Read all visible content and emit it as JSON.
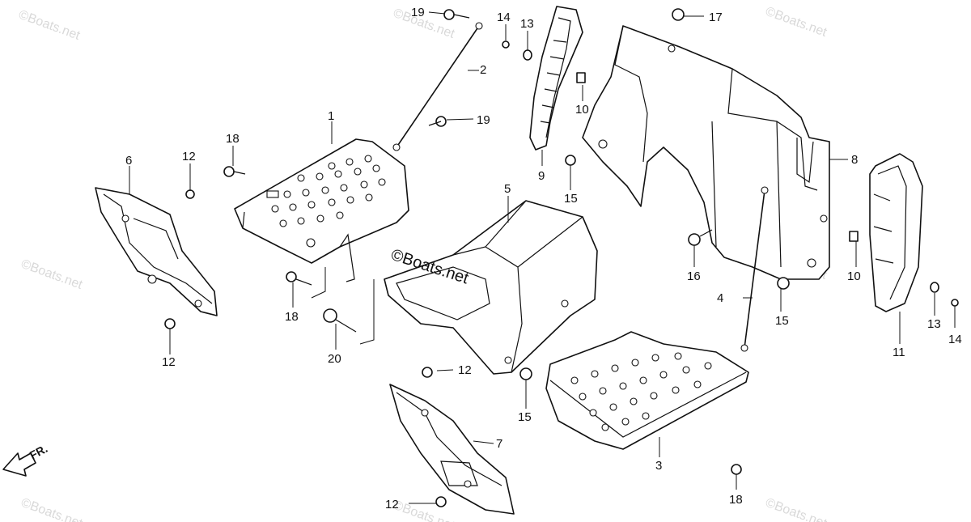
{
  "diagram": {
    "watermark_text": "©Boats.net",
    "direction_indicator": "FR.",
    "callouts": {
      "p1": "1",
      "p2": "2",
      "p3": "3",
      "p4": "4",
      "p5": "5",
      "p6": "6",
      "p7": "7",
      "p8": "8",
      "p9": "9",
      "p10a": "10",
      "p10b": "10",
      "p11": "11",
      "p12a": "12",
      "p12b": "12",
      "p12c": "12",
      "p12d": "12",
      "p13a": "13",
      "p13b": "13",
      "p14a": "14",
      "p14b": "14",
      "p15a": "15",
      "p15b": "15",
      "p15c": "15",
      "p16": "16",
      "p17": "17",
      "p18a": "18",
      "p18b": "18",
      "p18c": "18",
      "p19a": "19",
      "p19b": "19",
      "p20": "20"
    }
  }
}
